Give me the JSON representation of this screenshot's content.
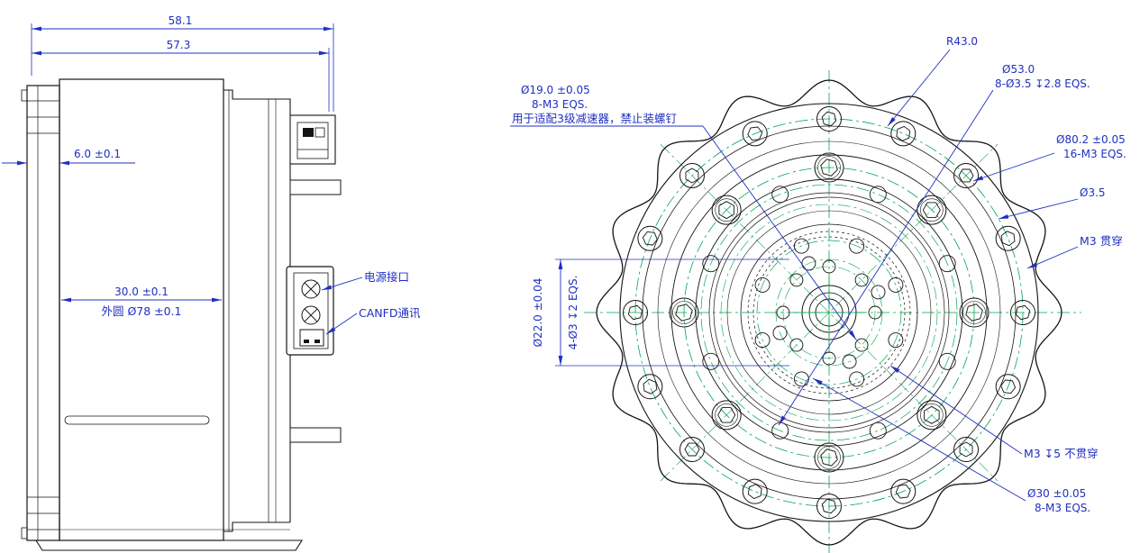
{
  "side_view": {
    "dims": {
      "overall_width": "58.1",
      "inner_width": "57.3",
      "fin_depth": "6.0 ±0.1",
      "body_width": "30.0 ±0.1",
      "outer_circle": "外圆 Ø78 ±0.1"
    },
    "labels": {
      "power_port": "电源接口",
      "canfd_port": "CANFD通讯"
    }
  },
  "front_view": {
    "annotations": {
      "r43": "R43.0",
      "bc53_dia": "Ø53.0",
      "bc53_holes": "8-Ø3.5 ↧2.8 EQS.",
      "bc19_dia": "Ø19.0 ±0.05",
      "bc19_holes": "8-M3 EQS.",
      "bc19_note": "用于适配3级减速器，禁止装螺钉",
      "bc80_dia": "Ø80.2 ±0.05",
      "bc80_holes": "16-M3 EQS.",
      "hole_dia": "Ø3.5",
      "m3_through": "M3 贯穿",
      "bc22_dia": "Ø22.0 ±0.04",
      "bc22_holes": "4-Ø3 ↧2 EQS.",
      "m3_blind": "M3 ↧5 不贯穿",
      "bc30_dia": "Ø30 ±0.05",
      "bc30_holes": "8-M3 EQS."
    }
  },
  "colors": {
    "dimension_blue": "#2030c0",
    "centerline_green": "#00a651",
    "geometry_black": "#141414"
  }
}
